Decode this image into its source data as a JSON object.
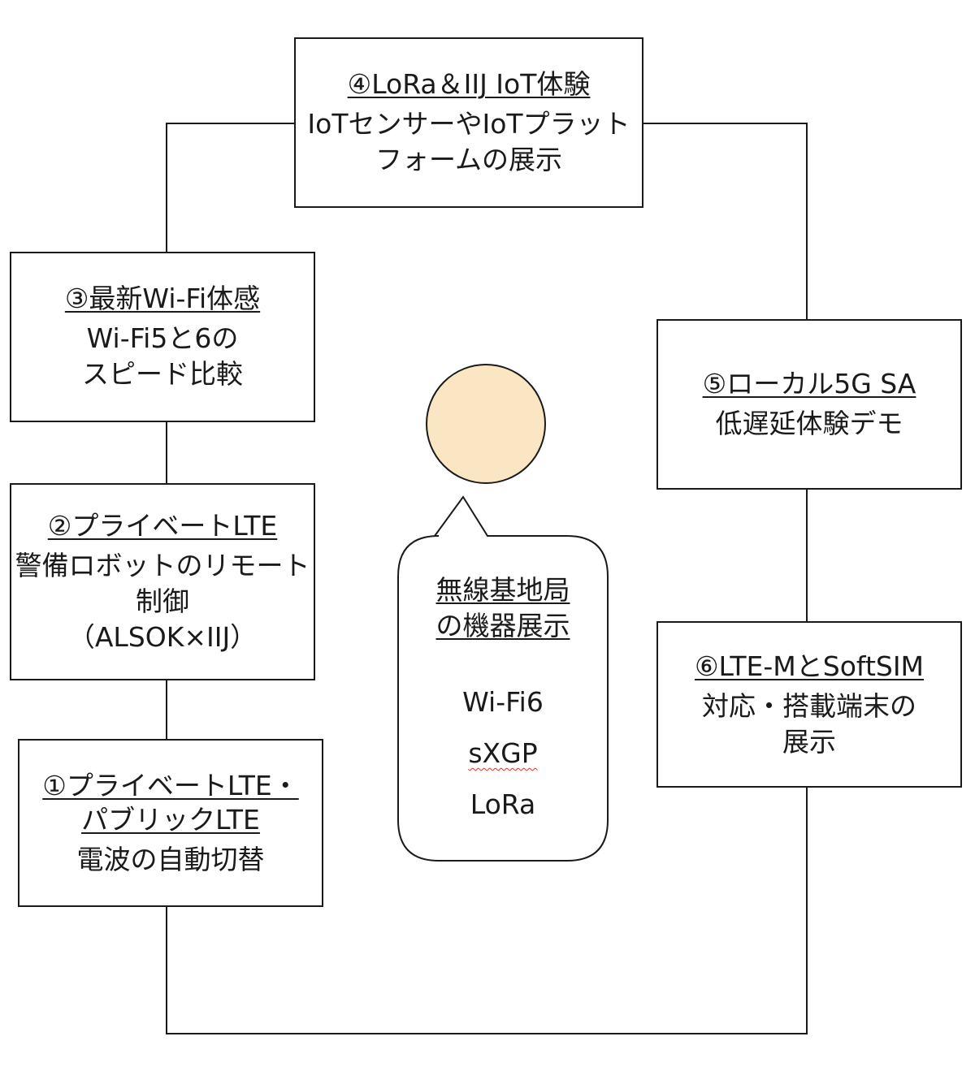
{
  "diagram": {
    "nodes": [
      {
        "id": "1",
        "title": "①プライベートLTE・\nパブリックLTE",
        "body": "電波の自動切替"
      },
      {
        "id": "2",
        "title": "②プライベートLTE",
        "body": "警備ロボットのリモート\n制御\n（ALSOK×IIJ）"
      },
      {
        "id": "3",
        "title": "③最新Wi-Fi体感",
        "body": "Wi-Fi5と6の\nスピード比較"
      },
      {
        "id": "4",
        "title": "④LoRa＆IIJ IoT体験",
        "body": "IoTセンサーやIoTプラット\nフォームの展示"
      },
      {
        "id": "5",
        "title": "⑤ローカル5G SA",
        "body": "低遅延体験デモ"
      },
      {
        "id": "6",
        "title": "⑥LTE-MとSoftSIM",
        "body": "対応・搭載端末の\n展示"
      }
    ],
    "center": {
      "title": "無線基地局\nの機器展示",
      "items": [
        "Wi-Fi6",
        "sXGP",
        "LoRa"
      ]
    }
  },
  "colors": {
    "line": "#1a1a1a",
    "person_fill": "#fbe6c3",
    "spellcheck": "#e0302a"
  }
}
